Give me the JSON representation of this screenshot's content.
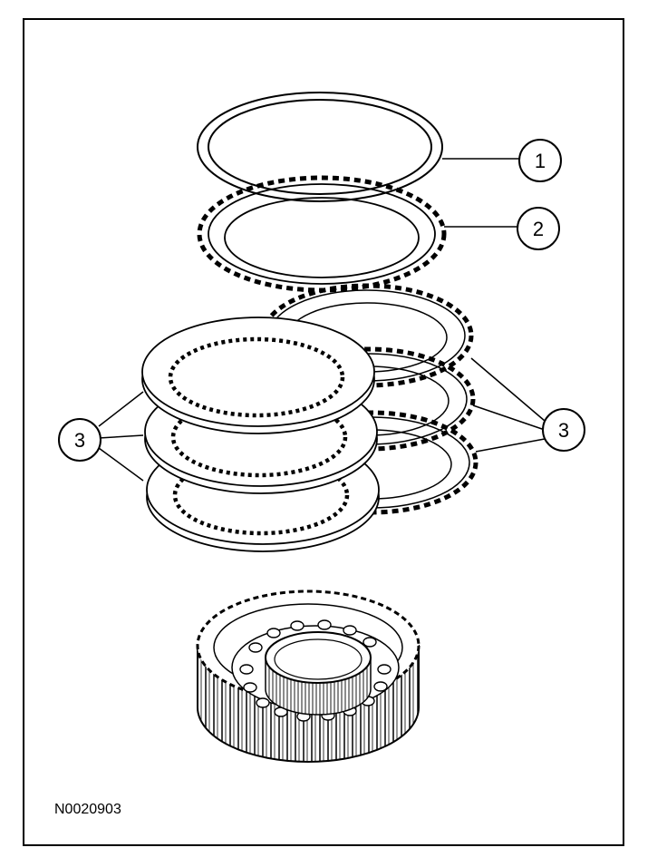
{
  "figure": {
    "id_label": "N0020903",
    "callouts": [
      {
        "label": "1",
        "part": "snap-ring"
      },
      {
        "label": "2",
        "part": "pressure-plate"
      },
      {
        "label": "3",
        "part": "clutch-plates-left"
      },
      {
        "label": "3",
        "part": "clutch-plates-right"
      }
    ]
  },
  "colors": {
    "line": "#000000",
    "background": "#ffffff"
  }
}
